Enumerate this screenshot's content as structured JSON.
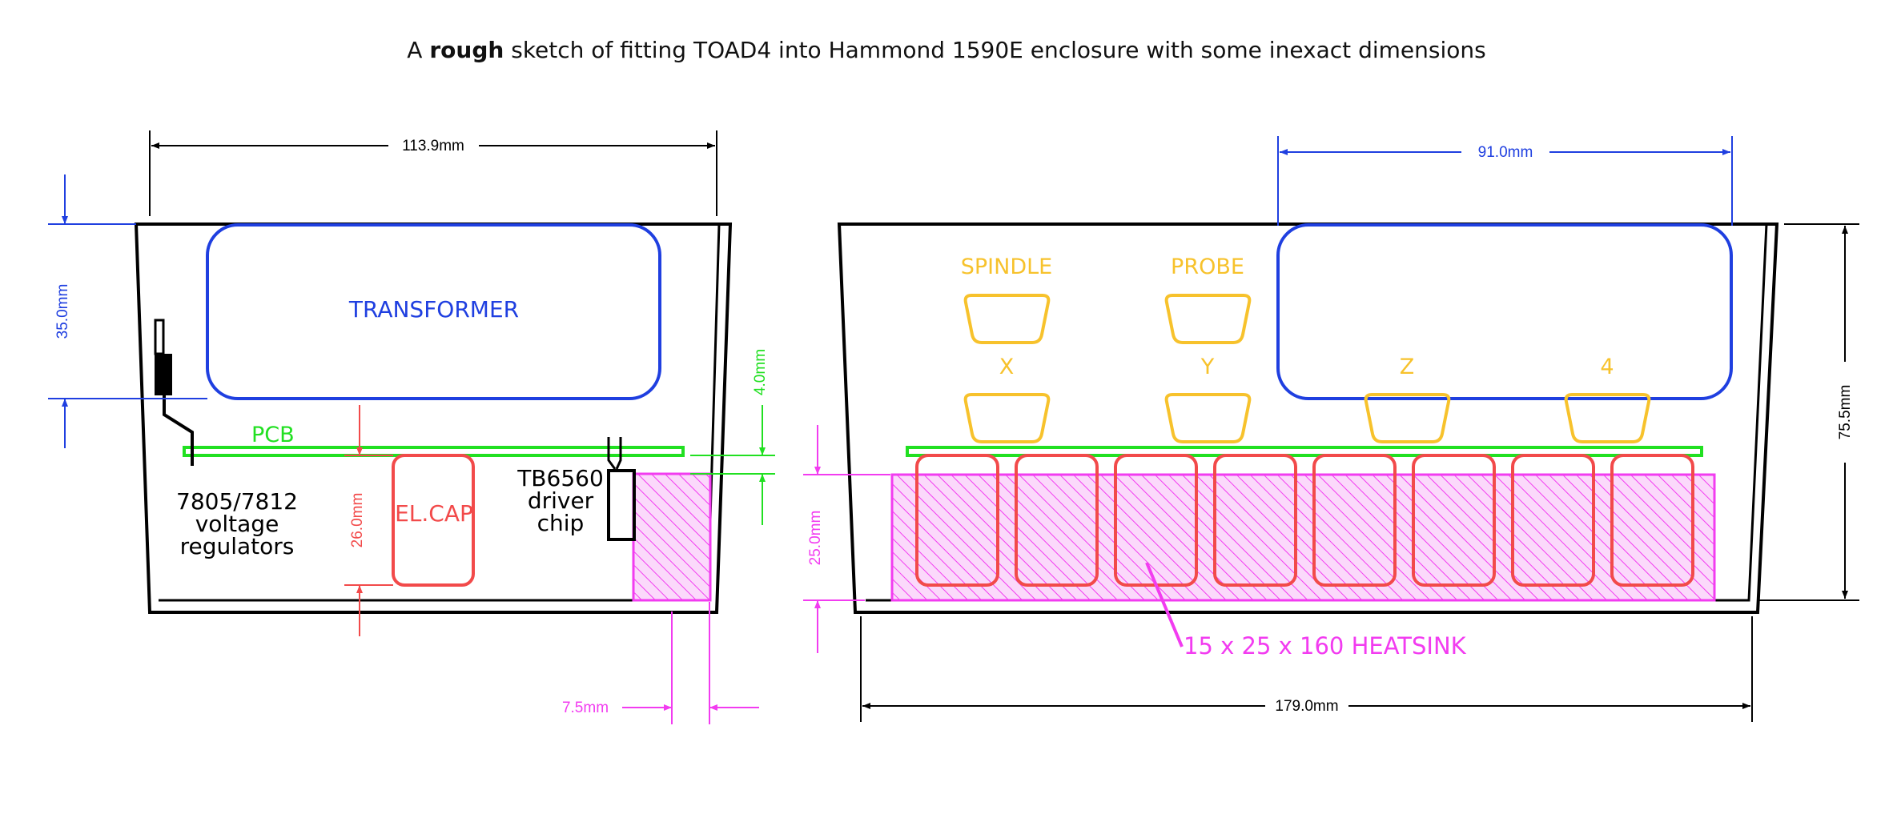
{
  "title": {
    "prefix": "A ",
    "emphasis": "rough",
    "suffix": " sketch of fitting TOAD4 into Hammond 1590E enclosure with some inexact dimensions"
  },
  "colors": {
    "black": "#000000",
    "blue": "#1f3fe0",
    "green": "#21e021",
    "red": "#f24a4a",
    "magenta": "#f23cf0",
    "orange": "#f7c22c"
  },
  "side_view": {
    "width_dim": "113.9mm",
    "transformer_label": "TRANSFORMER",
    "transformer_height_dim": "35.0mm",
    "pcb_label": "PCB",
    "pcb_gap_dim": "4.0mm",
    "cap_label": "EL.CAP",
    "cap_height_dim": "26.0mm",
    "regulator_label": [
      "7805/7812",
      "voltage",
      "regulators"
    ],
    "driver_label": [
      "TB6560",
      "driver",
      "chip"
    ],
    "heatsink_offset_dim": "7.5mm"
  },
  "front_view": {
    "transformer_width_dim": "91.0mm",
    "height_dim": "75.5mm",
    "heatsink_height_dim": "25.0mm",
    "width_dim": "179.0mm",
    "heatsink_label": "15 x 25 x 160 HEATSINK",
    "connectors": [
      {
        "label": "SPINDLE"
      },
      {
        "label": "PROBE"
      },
      {
        "label": "X"
      },
      {
        "label": "Y"
      },
      {
        "label": "Z"
      },
      {
        "label": "4"
      }
    ]
  }
}
